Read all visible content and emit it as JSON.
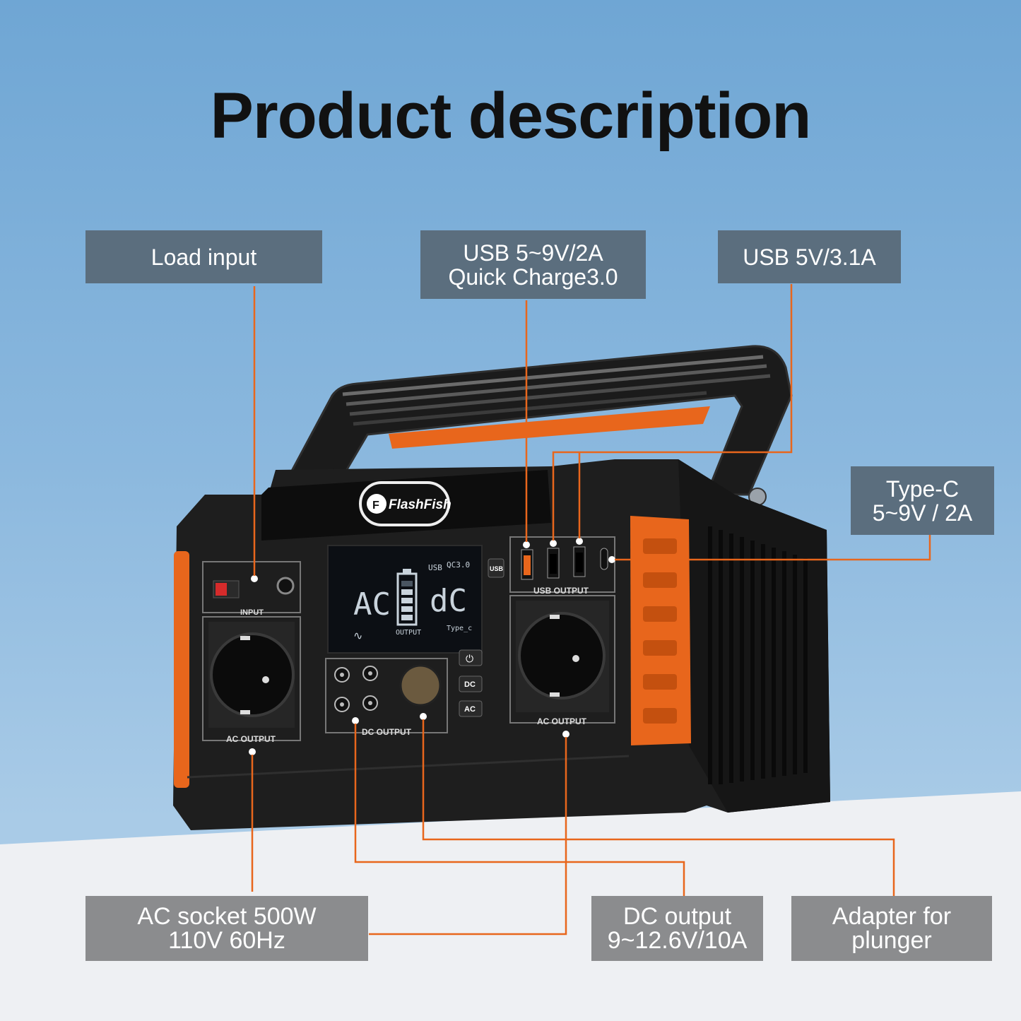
{
  "title": "Product description",
  "brand": {
    "logo_text": "FlashFish"
  },
  "callouts": {
    "load_input": "Load input",
    "usb_qc": [
      "USB 5~9V/2A",
      "Quick Charge3.0"
    ],
    "usb_5v": "USB 5V/3.1A",
    "type_c": [
      "Type-C",
      "5~9V / 2A"
    ],
    "ac_socket": [
      "AC socket 500W",
      "110V 60Hz"
    ],
    "dc_output": [
      "DC output",
      "9~12.6V/10A"
    ],
    "adapter": [
      "Adapter for",
      "plunger"
    ]
  },
  "panel": {
    "input_label": "INPUT",
    "ac_output_left": "AC  OUTPUT",
    "ac_output_right": "AC  OUTPUT",
    "dc_output": "DC  OUTPUT",
    "usb_output": "USB  OUTPUT",
    "usb_button": "USB",
    "dc_button": "DC",
    "ac_button": "AC",
    "lcd": {
      "ac": "AC",
      "dc": "dC",
      "usb": "USB",
      "qc": "QC3.0",
      "output": "OUTPUT",
      "typec": "Type_c"
    }
  },
  "colors": {
    "accent": "#e8661c",
    "label_dark": "#5b6e7e",
    "label_grey": "#8b8c8e",
    "body": "#1e1e1e"
  }
}
